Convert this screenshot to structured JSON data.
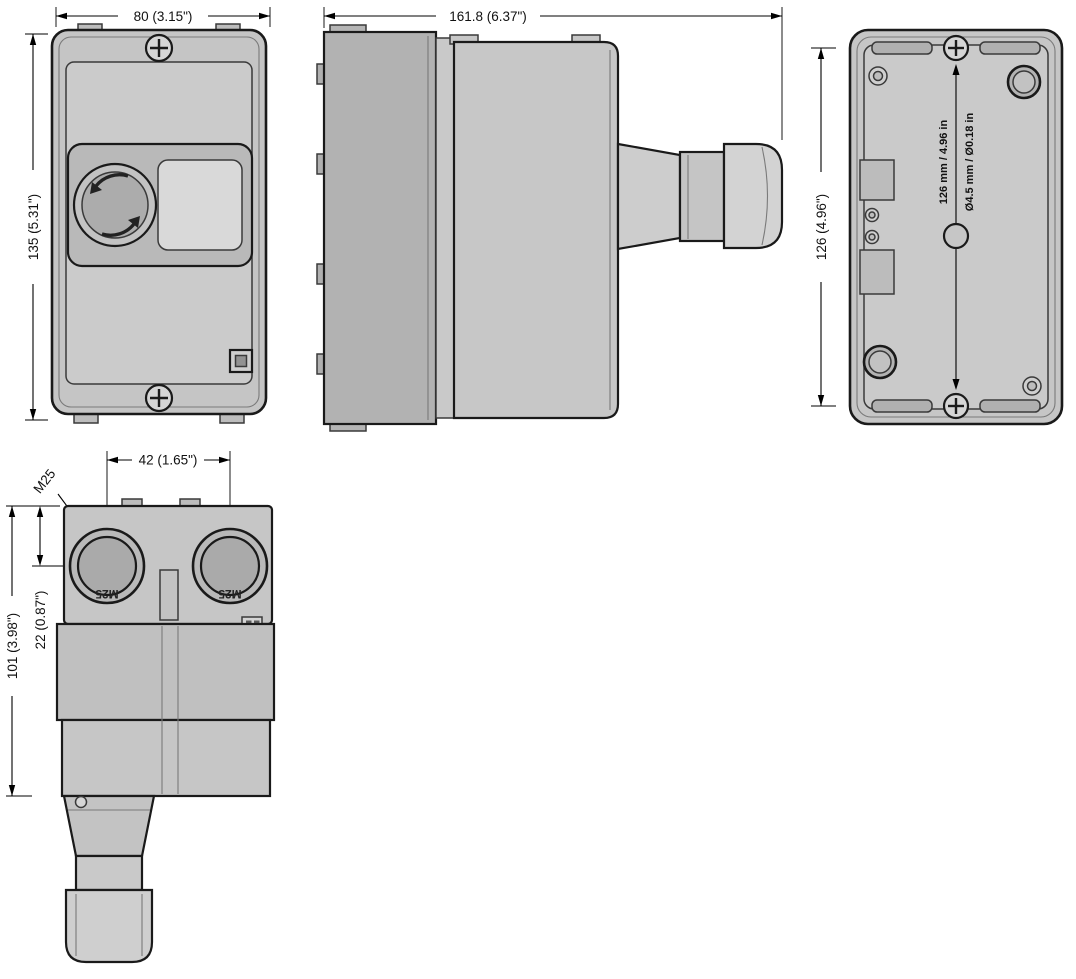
{
  "colors": {
    "body_gray": "#c6c6c6",
    "outline": "#1a1a1a",
    "background": "#ffffff"
  },
  "front_view": {
    "width_dim": "80 (3.15\")",
    "height_dim": "135 (5.31\")"
  },
  "side_view": {
    "length_dim": "161.8 (6.37\")"
  },
  "back_view": {
    "height_dim": "126 (4.96\")",
    "mount_spacing_label": "126 mm / 4.96 in",
    "hole_diameter_label": "Ø4.5 mm / Ø0.18 in"
  },
  "bottom_view": {
    "hole_spacing_dim": "42 (1.65\")",
    "gland_callout": "M25",
    "height_dim": "101 (3.98\")",
    "edge_offset_dim": "22 (0.87\")",
    "left_hole_label": "M25",
    "right_hole_label": "M25"
  }
}
